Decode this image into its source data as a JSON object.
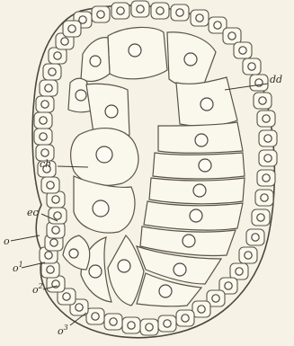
{
  "figure": {
    "labels": {
      "dd": "dd",
      "ch": "ch",
      "ec": "ec",
      "o": "o",
      "o1": "o",
      "o1_sup": "1",
      "o2": "o",
      "o2_sup": "2",
      "o3": "o",
      "o3_sup": "3"
    }
  }
}
